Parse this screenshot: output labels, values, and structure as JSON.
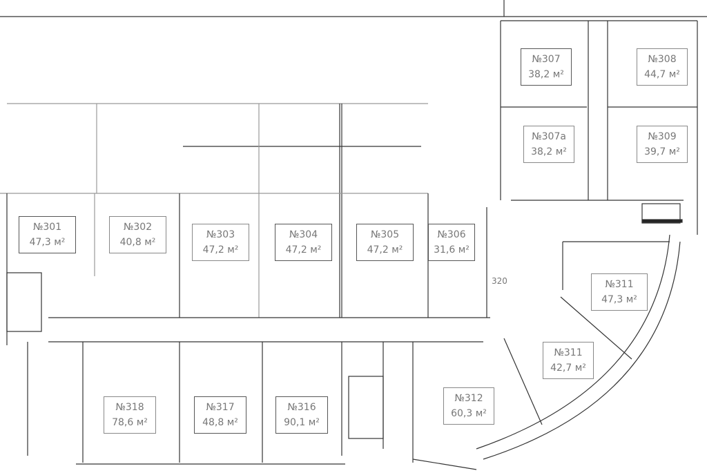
{
  "rooms": [
    {
      "number": "№301",
      "area": "47,3 м²"
    },
    {
      "number": "№302",
      "area": "40,8 м²"
    },
    {
      "number": "№303",
      "area": "47,2 м²"
    },
    {
      "number": "№304",
      "area": "47,2 м²"
    },
    {
      "number": "№305",
      "area": "47,2 м²"
    },
    {
      "number": "№306",
      "area": "31,6 м²"
    },
    {
      "number": "№307",
      "area": "38,2 м²"
    },
    {
      "number": "№308",
      "area": "44,7 м²"
    },
    {
      "number": "№307а",
      "area": "38,2 м²"
    },
    {
      "number": "№309",
      "area": "39,7 м²"
    },
    {
      "number": "№311",
      "area": "47,3 м²"
    },
    {
      "number": "№311",
      "area": "42,7 м²"
    },
    {
      "number": "№312",
      "area": "60,3 м²"
    },
    {
      "number": "№316",
      "area": "90,1 м²"
    },
    {
      "number": "№317",
      "area": "48,8 м²"
    },
    {
      "number": "№318",
      "area": "78,6 м²"
    }
  ],
  "small_label": "320"
}
